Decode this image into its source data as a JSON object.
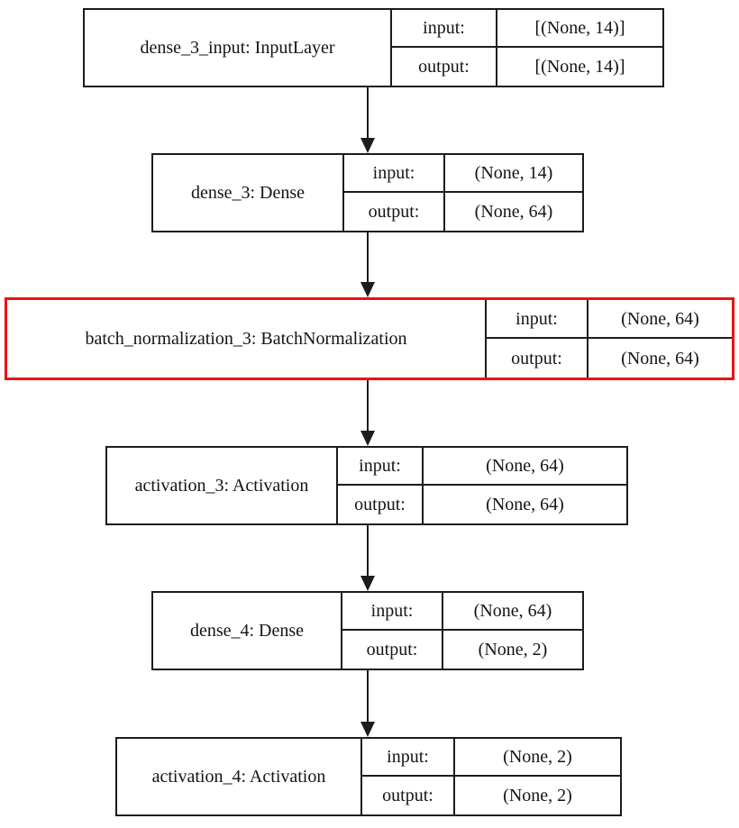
{
  "diagram": {
    "type": "keras-model-plot",
    "background_color": "#ffffff",
    "border_color": "#1c1c1c",
    "highlight_color": "#ee1111",
    "io_labels": {
      "input": "input:",
      "output": "output:"
    },
    "nodes": [
      {
        "id": "dense_3_input",
        "name": "dense_3_input: InputLayer",
        "input_shape": "[(None, 14)]",
        "output_shape": "[(None, 14)]",
        "highlighted": false
      },
      {
        "id": "dense_3",
        "name": "dense_3: Dense",
        "input_shape": "(None, 14)",
        "output_shape": "(None, 64)",
        "highlighted": false
      },
      {
        "id": "batch_normalization_3",
        "name": "batch_normalization_3: BatchNormalization",
        "input_shape": "(None, 64)",
        "output_shape": "(None, 64)",
        "highlighted": true
      },
      {
        "id": "activation_3",
        "name": "activation_3: Activation",
        "input_shape": "(None, 64)",
        "output_shape": "(None, 64)",
        "highlighted": false
      },
      {
        "id": "dense_4",
        "name": "dense_4: Dense",
        "input_shape": "(None, 64)",
        "output_shape": "(None, 2)",
        "highlighted": false
      },
      {
        "id": "activation_4",
        "name": "activation_4: Activation",
        "input_shape": "(None, 2)",
        "output_shape": "(None, 2)",
        "highlighted": false
      }
    ],
    "edges": [
      {
        "from": "dense_3_input",
        "to": "dense_3"
      },
      {
        "from": "dense_3",
        "to": "batch_normalization_3"
      },
      {
        "from": "batch_normalization_3",
        "to": "activation_3"
      },
      {
        "from": "activation_3",
        "to": "dense_4"
      },
      {
        "from": "dense_4",
        "to": "activation_4"
      }
    ]
  }
}
